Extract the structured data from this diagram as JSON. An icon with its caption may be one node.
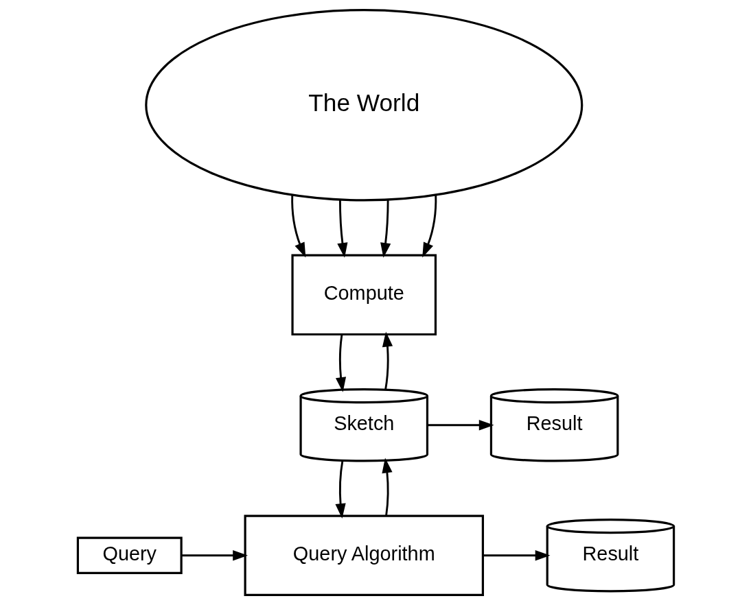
{
  "diagram": {
    "nodes": [
      {
        "text": [
          "The World"
        ]
      },
      {
        "text": [
          "Compute"
        ]
      },
      {
        "text": [
          "Sketch"
        ]
      },
      {
        "text": [
          "Result"
        ]
      },
      {
        "text": [
          "Query"
        ]
      },
      {
        "text": [
          "Query Algorithm"
        ]
      },
      {
        "text": [
          "Result"
        ]
      }
    ],
    "edges": [
      {
        "from": 0,
        "to": 1,
        "arrow": "to"
      },
      {
        "from": 0,
        "to": 1,
        "arrow": "to"
      },
      {
        "from": 0,
        "to": 1,
        "arrow": "to"
      },
      {
        "from": 0,
        "to": 1,
        "arrow": "to"
      },
      {
        "from": 1,
        "to": 2,
        "arrow": "to"
      },
      {
        "from": 2,
        "to": 1,
        "arrow": "to"
      },
      {
        "from": 2,
        "to": 3,
        "arrow": "to"
      },
      {
        "from": 2,
        "to": 5,
        "arrow": "to"
      },
      {
        "from": 5,
        "to": 2,
        "arrow": "to"
      },
      {
        "from": 4,
        "to": 5,
        "arrow": "to"
      },
      {
        "from": 5,
        "to": 6,
        "arrow": "to"
      }
    ]
  }
}
